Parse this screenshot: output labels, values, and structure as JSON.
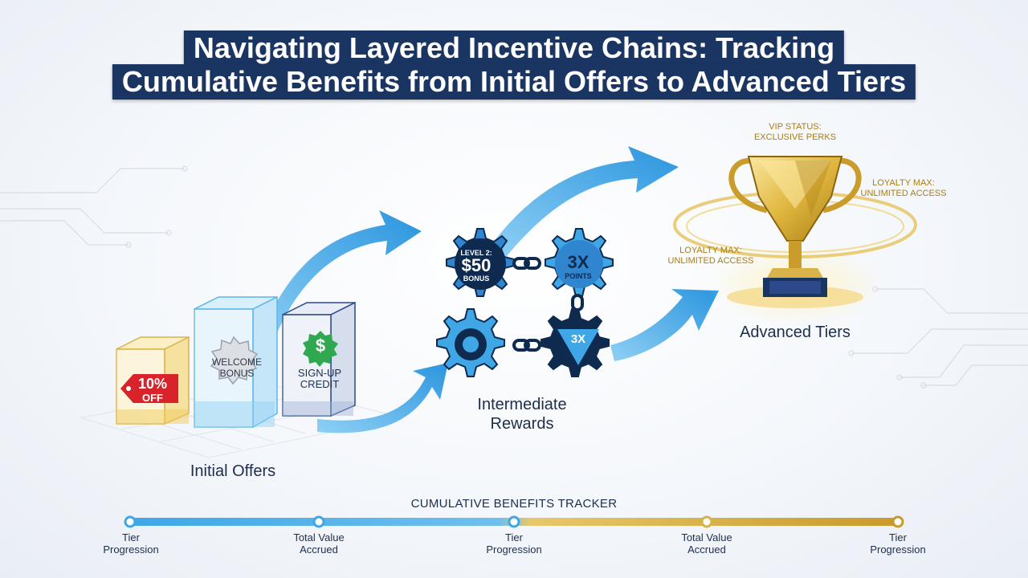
{
  "title": {
    "line1": "Navigating Layered Incentive Chains: Tracking",
    "line2": "Cumulative Benefits from Initial Offers to Advanced Tiers"
  },
  "stages": {
    "initial": "Initial Offers",
    "intermediate_line1": "Intermediate",
    "intermediate_line2": "Rewards",
    "advanced": "Advanced Tiers"
  },
  "initial_boxes": {
    "discount_big": "10%",
    "discount_small": "OFF",
    "welcome_line1": "WELCOME",
    "welcome_line2": "BONUS",
    "signup_line1": "SIGN-UP",
    "signup_line2": "CREDIT",
    "dollar": "$"
  },
  "gears": {
    "gear1_top": "LEVEL 2:",
    "gear1_big": "$50",
    "gear1_sub": "BONUS",
    "gear2_big": "3X",
    "gear2_sub": "POINTS",
    "gear4_big": "3X"
  },
  "trophy_labels": {
    "vip_line1": "VIP STATUS:",
    "vip_line2": "EXCLUSIVE PERKS",
    "loyalty_right_line1": "LOYALTY MAX:",
    "loyalty_right_line2": "UNLIMITED ACCESS",
    "loyalty_left_line1": "LOYALTY MAX:",
    "loyalty_left_line2": "UNLIMITED ACCESS"
  },
  "tracker": {
    "title": "CUMULATIVE BENEFITS TRACKER",
    "ticks": [
      {
        "line1": "Tier",
        "line2": "Progression"
      },
      {
        "line1": "Total Value",
        "line2": "Accrued"
      },
      {
        "line1": "Tier",
        "line2": "Progression"
      },
      {
        "line1": "Total Value",
        "line2": "Accrued"
      },
      {
        "line1": "Tier",
        "line2": "Progression"
      }
    ]
  },
  "colors": {
    "navy": "#1b3563",
    "blue": "#3fa7e6",
    "gold": "#d9b24a",
    "red": "#d8232a",
    "green": "#2fa84f"
  }
}
